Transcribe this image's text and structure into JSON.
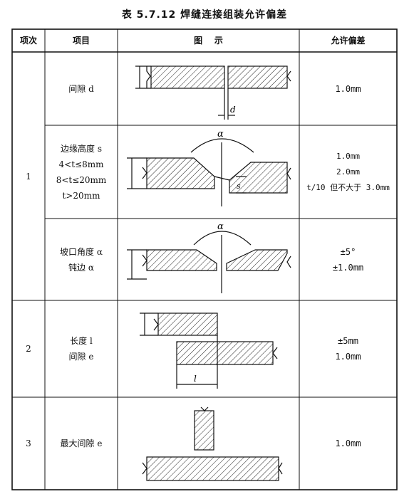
{
  "title": "表 5.7.12  焊缝连接组装允许偏差",
  "headers": {
    "no": "项次",
    "item": "项目",
    "figure": "图    示",
    "deviation": "允许偏差"
  },
  "rows": {
    "gap_d": {
      "no": "1",
      "item": "间隙 d",
      "deviation": "1.0mm",
      "fig_label": "d"
    },
    "edge_height": {
      "item_lines": [
        "边缘高度 s",
        "4<t≤8mm",
        "8<t≤20mm",
        "t>20mm"
      ],
      "deviation_lines": [
        "1.0mm",
        "2.0mm",
        "t/10 但不大于 3.0mm"
      ],
      "fig_alpha": "α",
      "fig_s": "s"
    },
    "groove_angle": {
      "item_lines": [
        "坡口角度 α",
        "钝边 α"
      ],
      "deviation_lines": [
        "±5°",
        "±1.0mm"
      ],
      "fig_alpha": "α"
    },
    "length_l": {
      "no": "2",
      "item_lines": [
        "长度 l",
        "间隙 e"
      ],
      "deviation_lines": [
        "±5mm",
        "1.0mm"
      ],
      "fig_l": "l"
    },
    "max_gap": {
      "no": "3",
      "item": "最大间隙 e",
      "deviation": "1.0mm"
    }
  }
}
